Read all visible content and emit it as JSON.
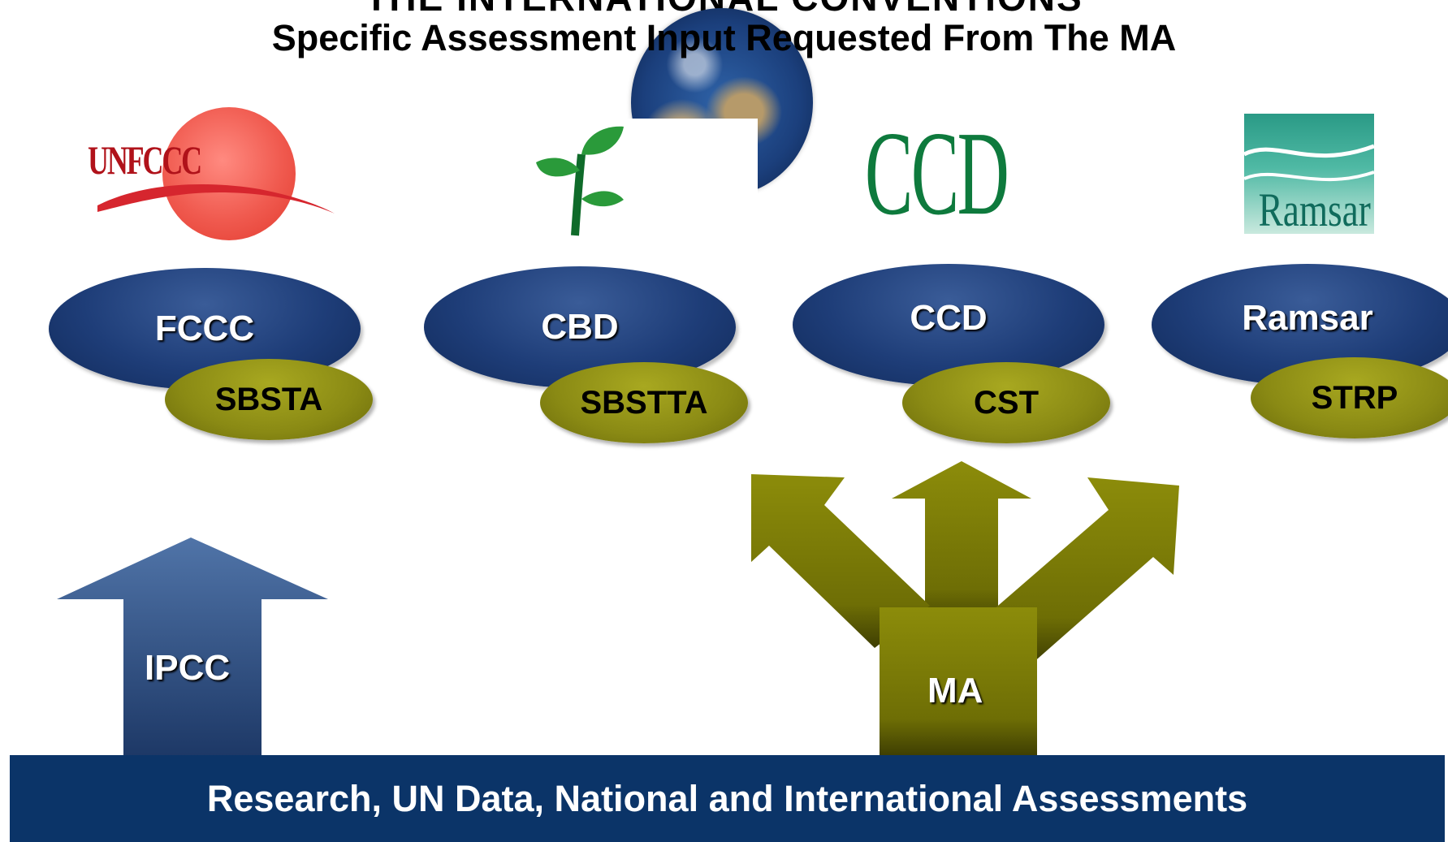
{
  "title": "THE INTERNATIONAL CONVENTIONS",
  "subtitle": "Specific Assessment Input Requested From The MA",
  "logos": {
    "unfccc": "UNFCCC",
    "ccd": "CCD",
    "ramsar": "Ramsar"
  },
  "conventions": [
    {
      "name": "FCCC",
      "body": "SBSTA"
    },
    {
      "name": "CBD",
      "body": "SBSTTA"
    },
    {
      "name": "CCD",
      "body": "CST"
    },
    {
      "name": "Ramsar",
      "body": "STRP"
    }
  ],
  "arrows": {
    "ipcc": "IPCC",
    "ma": "MA"
  },
  "footer": "Research, UN Data, National and International Assessments",
  "colors": {
    "convention_ellipse": "#1e3d78",
    "body_ellipse": "#8a8a14",
    "ipcc_arrow": "#3e6599",
    "ma_arrow": "#7f7f00",
    "footer_bar": "#0b3468"
  }
}
